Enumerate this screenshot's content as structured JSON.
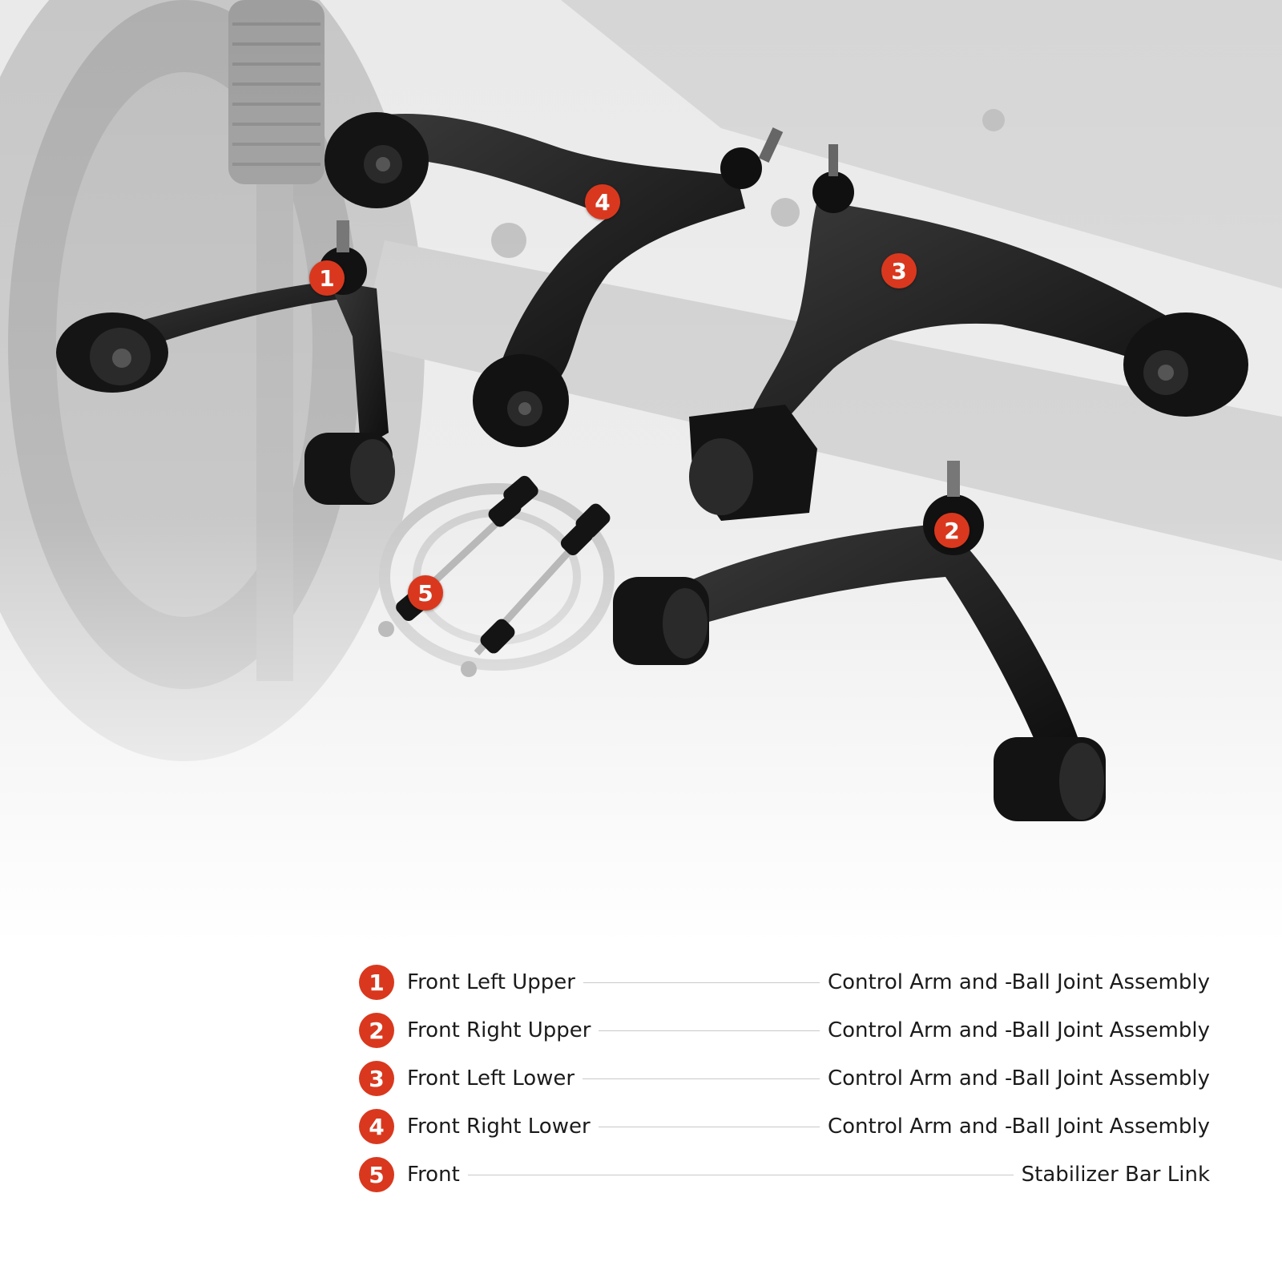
{
  "callouts": [
    "1",
    "2",
    "3",
    "4",
    "5"
  ],
  "legend": [
    {
      "number": "1",
      "left": "Front Left Upper",
      "right": "Control Arm and -Ball Joint Assembly"
    },
    {
      "number": "2",
      "left": "Front Right Upper",
      "right": "Control Arm and -Ball Joint Assembly"
    },
    {
      "number": "3",
      "left": "Front Left Lower",
      "right": "Control Arm and -Ball Joint Assembly"
    },
    {
      "number": "4",
      "left": "Front Right Lower",
      "right": "Control Arm and -Ball Joint Assembly"
    },
    {
      "number": "5",
      "left": "Front",
      "right": "Stabilizer Bar Link"
    }
  ],
  "colors": {
    "accent": "#d9381e",
    "part": "#1a1a1a",
    "background_scene": "#c8c8c8"
  },
  "icons": [
    "upper-control-arm-icon",
    "lower-control-arm-icon",
    "stabilizer-link-icon"
  ]
}
